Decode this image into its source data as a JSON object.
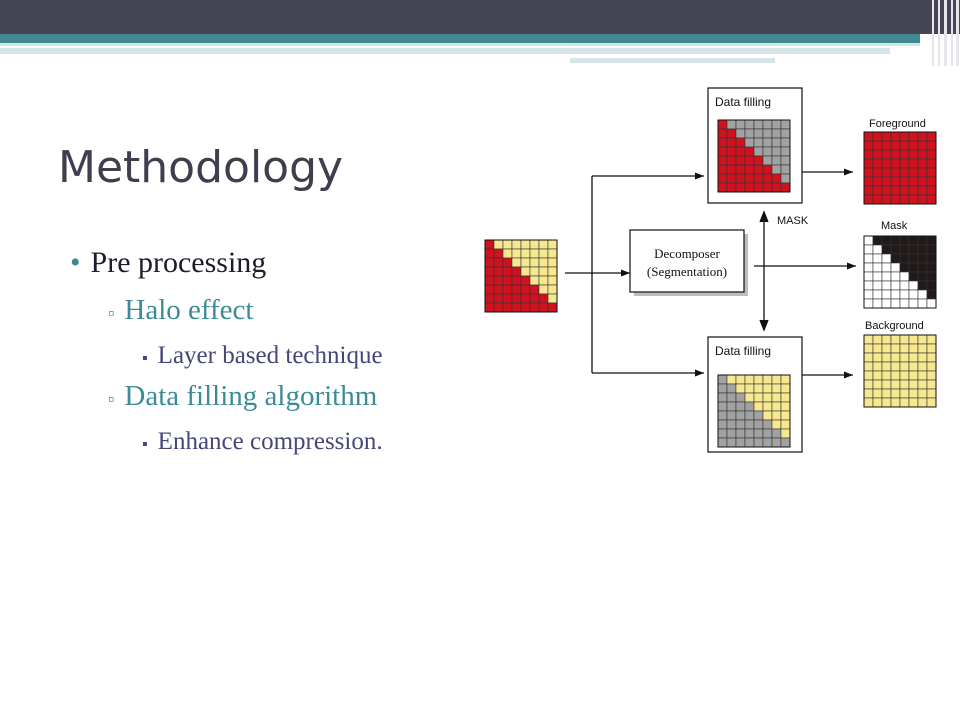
{
  "slide": {
    "title": "Methodology",
    "bullets": [
      {
        "level": 1,
        "marker": "•",
        "text": "Pre processing"
      },
      {
        "level": 2,
        "marker": "▫",
        "text": "Halo effect"
      },
      {
        "level": 3,
        "marker": "▪",
        "text": "Layer based technique"
      },
      {
        "level": 2,
        "marker": "▫",
        "text": "Data filling algorithm"
      },
      {
        "level": 3,
        "marker": "▪",
        "text": "Enhance compression."
      }
    ]
  },
  "diagram": {
    "decomposer_label_line1": "Decomposer",
    "decomposer_label_line2": "(Segmentation)",
    "top_box_label": "Data filling",
    "bottom_box_label": "Data filling",
    "mask_arrow_label": "MASK",
    "foreground_label": "Foreground",
    "mask_label": "Mask",
    "background_label": "Background",
    "colors": {
      "red": "#d0121e",
      "yellow": "#f7e88f",
      "gray": "#a2a2a2",
      "black": "#221a1a",
      "white": "#ffffff",
      "accent_teal": "#3f8a91",
      "header_dark": "#454555"
    }
  }
}
